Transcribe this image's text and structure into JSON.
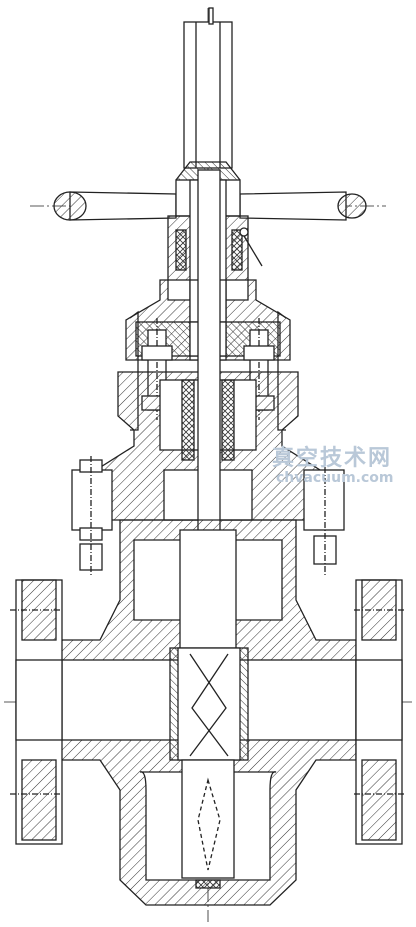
{
  "watermark": {
    "text_cn": "真空技术网",
    "url": "chvacuum.com",
    "color": "#b9c8d8"
  },
  "drawing": {
    "subject": "gate valve sectional drawing",
    "line_color": "#222222",
    "hatch": "diagonal"
  }
}
